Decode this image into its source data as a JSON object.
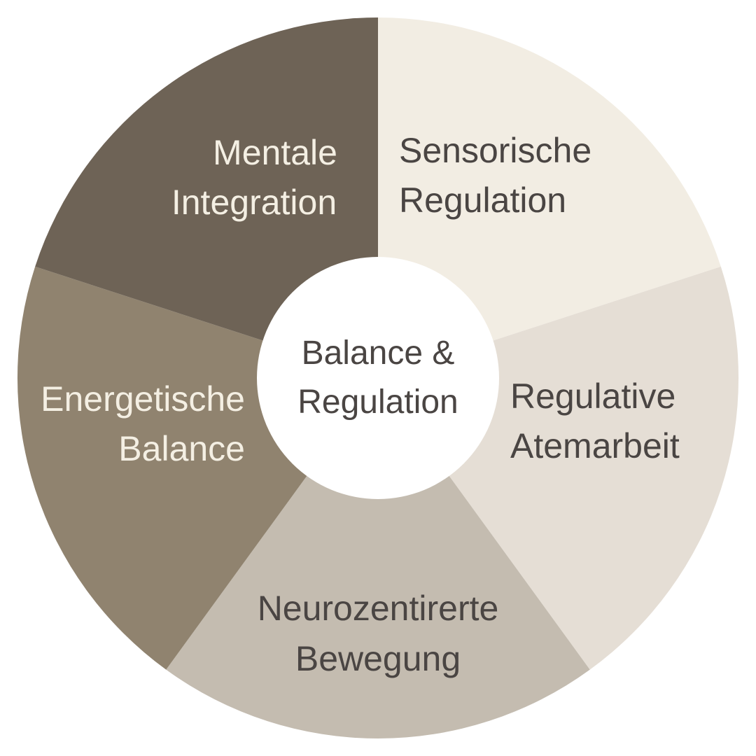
{
  "background": "#ffffff",
  "wheel": {
    "center": {
      "line1": "Balance &",
      "line2": "Regulation",
      "fill": "#ffffff",
      "text_color": "#4a4543"
    },
    "segments": [
      {
        "name": "sensorische-regulation",
        "line1": "Sensorische",
        "line2": "Regulation",
        "fill": "#f2ede3",
        "text_color": "#4a4543"
      },
      {
        "name": "regulative-atemarbeit",
        "line1": "Regulative",
        "line2": "Atemarbeit",
        "fill": "#e5ded5",
        "text_color": "#4a4543"
      },
      {
        "name": "neurozentirerte-bewegung",
        "line1": "Neurozentirerte",
        "line2": "Bewegung",
        "fill": "#c4bcb0",
        "text_color": "#4a4543"
      },
      {
        "name": "energetische-balance",
        "line1": "Energetische",
        "line2": "Balance",
        "fill": "#90836f",
        "text_color": "#f4efe3"
      },
      {
        "name": "mentale-integration",
        "line1": "Mentale",
        "line2": "Integration",
        "fill": "#6e6356",
        "text_color": "#f4efe3"
      }
    ]
  }
}
